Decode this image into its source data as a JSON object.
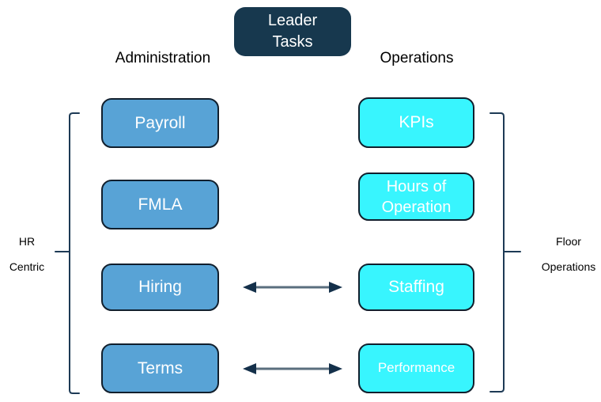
{
  "diagram": {
    "title": "Leader\nTasks",
    "columns": [
      {
        "header": "Administration",
        "items": [
          "Payroll",
          "FMLA",
          "Hiring",
          "Terms"
        ]
      },
      {
        "header": "Operations",
        "items": [
          "KPIs",
          "Hours of Operation",
          "Staffing",
          "Performance"
        ]
      }
    ],
    "side_labels": {
      "left": {
        "line1": "HR",
        "line2": "Centric"
      },
      "right": {
        "line1": "Floor",
        "line2": "Operations"
      }
    },
    "connections": [
      {
        "from": "Hiring",
        "to": "Staffing",
        "type": "bidirectional-arrow"
      },
      {
        "from": "Terms",
        "to": "Performance",
        "type": "bidirectional-arrow"
      }
    ],
    "colors": {
      "title_box": "#17384e",
      "admin_box": "#58a3d6",
      "ops_box": "#38f5fe",
      "box_outline": "#111f2d",
      "bracket": "#1d3a55",
      "arrow_shaft": "#5a6e7e",
      "arrow_head": "#14304a",
      "text_light": "#ffffff",
      "text_dark": "#000000"
    }
  }
}
